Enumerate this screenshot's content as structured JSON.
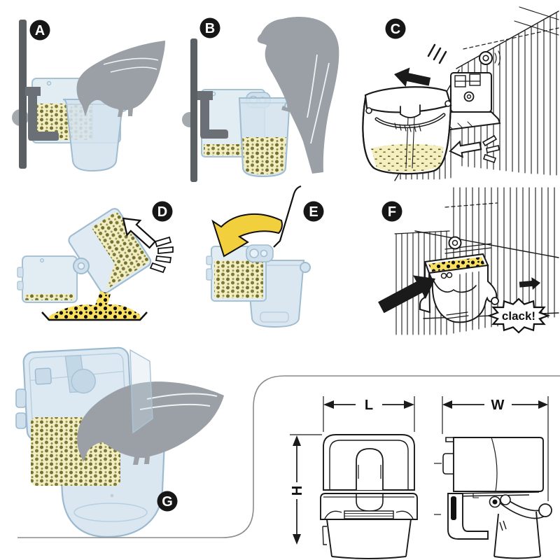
{
  "panels": [
    {
      "label": "A"
    },
    {
      "label": "B"
    },
    {
      "label": "C"
    },
    {
      "label": "D"
    },
    {
      "label": "E"
    },
    {
      "label": "F"
    },
    {
      "label": "G"
    }
  ],
  "sound_effect": "clack!",
  "dimension_labels": {
    "length": "L",
    "height": "H",
    "width": "W"
  },
  "colors": {
    "plastic_fill": "#d7e5f0",
    "plastic_fill_light": "#e2ecf3",
    "plastic_stroke": "#9fbcd1",
    "seed_bg": "#f2edc2",
    "seed_dot": "#72722e",
    "pour_seed_bg": "#f9e05e",
    "pour_seed_dot": "#111111",
    "bird_gray": "#9aa0a6",
    "line_black": "#1a1a1a",
    "arrow_yellow": "#f2cf3c",
    "badge_bg": "#161616",
    "mount_gray": "#6b7077",
    "divider_gray": "#8b8b8b"
  }
}
